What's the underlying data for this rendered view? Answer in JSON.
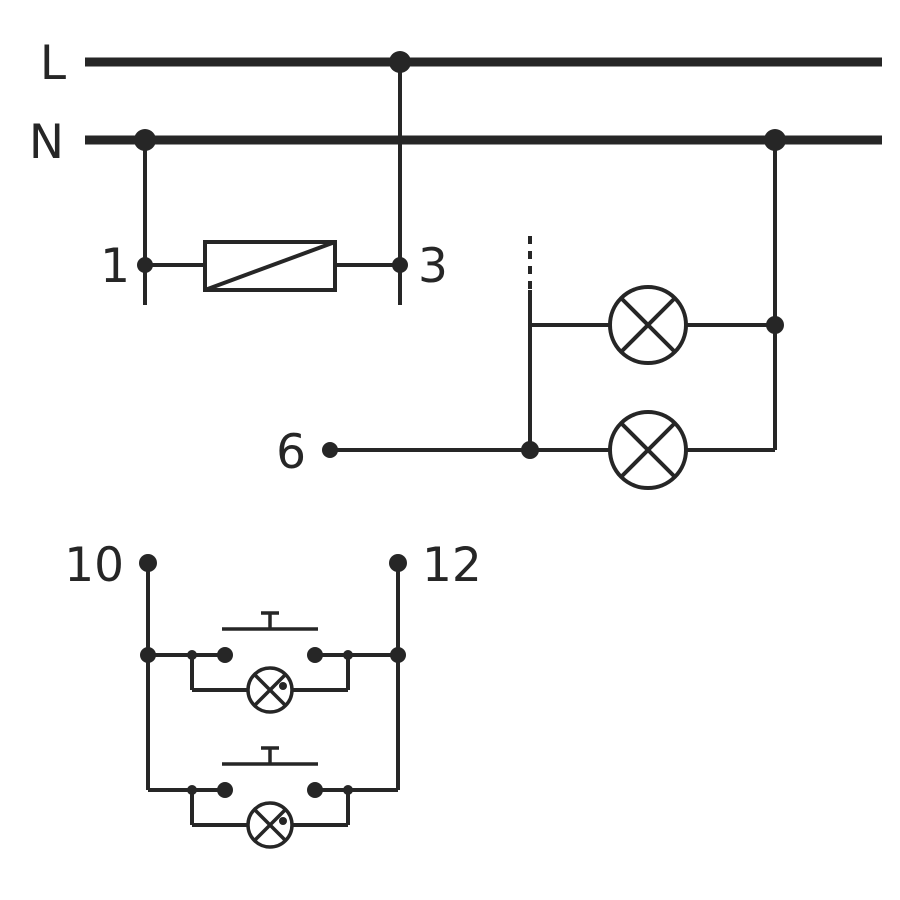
{
  "diagram": {
    "type": "electrical-wiring-diagram",
    "colors": {
      "stroke": "#262626",
      "background": "#ffffff"
    },
    "labels": {
      "line": "L",
      "neutral": "N",
      "terminal_1": "1",
      "terminal_3": "3",
      "terminal_6": "6",
      "terminal_10": "10",
      "terminal_12": "12"
    },
    "icons": [
      "relay-coil-symbol",
      "lamp-icon",
      "lamp-icon",
      "push-button-icon",
      "push-button-icon",
      "indicator-lamp-icon",
      "indicator-lamp-icon",
      "junction-dot"
    ]
  }
}
